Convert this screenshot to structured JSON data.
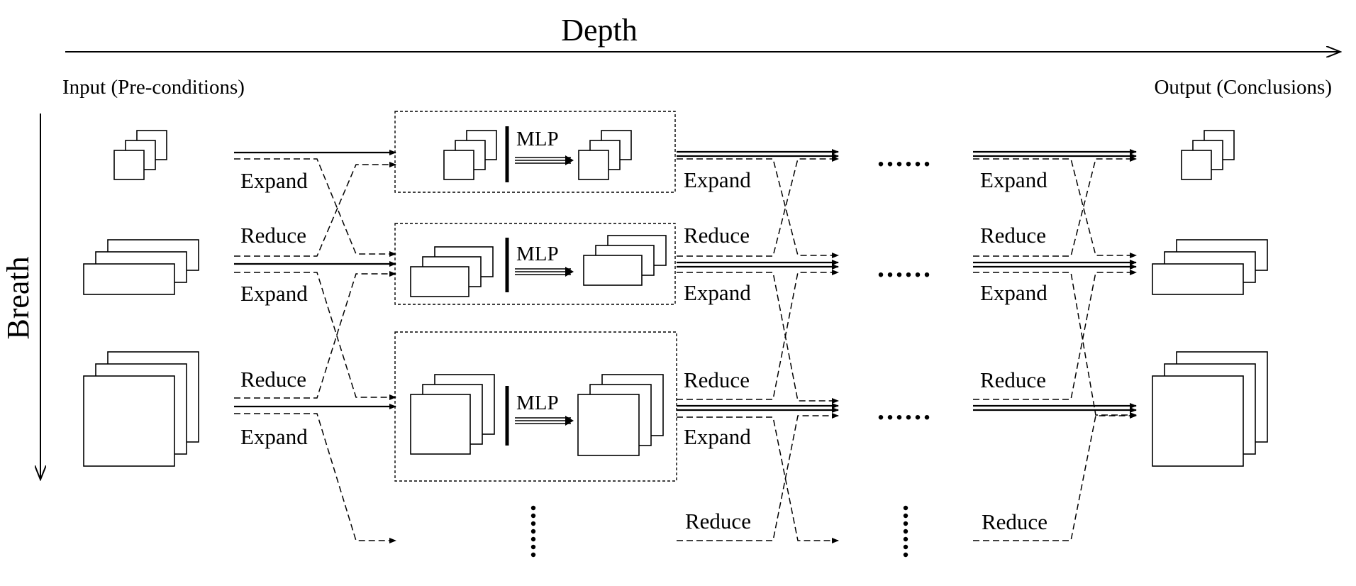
{
  "axes": {
    "depth_label": "Depth",
    "breath_label": "Breath"
  },
  "input_label": "Input (Pre-conditions)",
  "output_label": "Output (Conclusions)",
  "block_label": "MLP",
  "expand_label": "Expand",
  "reduce_label": "Reduce",
  "ellipsis": "......"
}
